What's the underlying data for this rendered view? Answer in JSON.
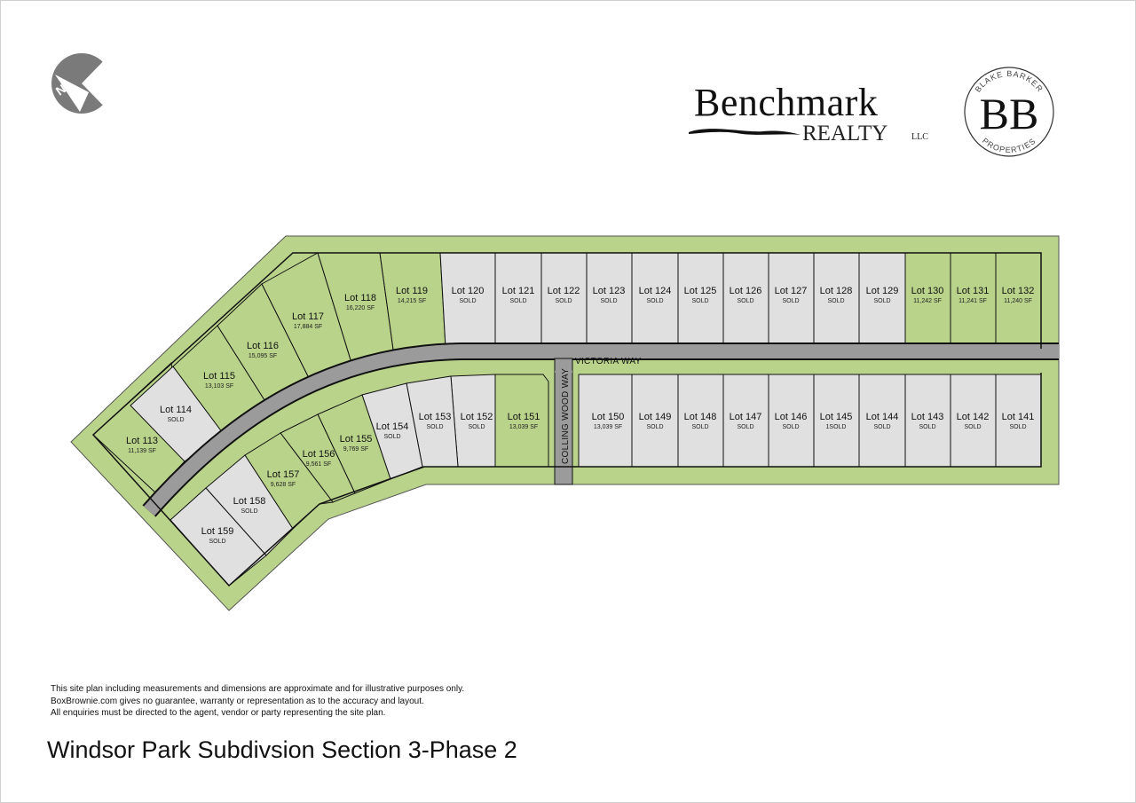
{
  "colors": {
    "available": "#b9d38b",
    "sold": "#e0e0e0",
    "road": "#9b9b9b",
    "outline": "#111111"
  },
  "compass": {
    "icon": "north-arrow-icon",
    "letter": "N"
  },
  "brand": {
    "name": "Benchmark",
    "sub": "REALTY",
    "llc": "LLC"
  },
  "bb_logo": {
    "letters": "BB",
    "top_text": "BLAKE BARKER",
    "bottom_text": "PROPERTIES"
  },
  "streets": {
    "victoria": "VICTORIA WAY",
    "colling": "COLLING WOOD WAY"
  },
  "lots": [
    {
      "id": "lot-113",
      "name": "Lot 113",
      "detail": "11,139 SF",
      "status": "available"
    },
    {
      "id": "lot-114",
      "name": "Lot 114",
      "detail": "SOLD",
      "status": "sold"
    },
    {
      "id": "lot-115",
      "name": "Lot 115",
      "detail": "13,103 SF",
      "status": "available"
    },
    {
      "id": "lot-116",
      "name": "Lot 116",
      "detail": "15,095 SF",
      "status": "available"
    },
    {
      "id": "lot-117",
      "name": "Lot 117",
      "detail": "17,884 SF",
      "status": "available"
    },
    {
      "id": "lot-118",
      "name": "Lot 118",
      "detail": "16,220 SF",
      "status": "available"
    },
    {
      "id": "lot-119",
      "name": "Lot 119",
      "detail": "14,215 SF",
      "status": "available"
    },
    {
      "id": "lot-120",
      "name": "Lot 120",
      "detail": "SOLD",
      "status": "sold"
    },
    {
      "id": "lot-121",
      "name": "Lot 121",
      "detail": "SOLD",
      "status": "sold"
    },
    {
      "id": "lot-122",
      "name": "Lot 122",
      "detail": "SOLD",
      "status": "sold"
    },
    {
      "id": "lot-123",
      "name": "Lot 123",
      "detail": "SOLD",
      "status": "sold"
    },
    {
      "id": "lot-124",
      "name": "Lot 124",
      "detail": "SOLD",
      "status": "sold"
    },
    {
      "id": "lot-125",
      "name": "Lot 125",
      "detail": "SOLD",
      "status": "sold"
    },
    {
      "id": "lot-126",
      "name": "Lot 126",
      "detail": "SOLD",
      "status": "sold"
    },
    {
      "id": "lot-127",
      "name": "Lot 127",
      "detail": "SOLD",
      "status": "sold"
    },
    {
      "id": "lot-128",
      "name": "Lot 128",
      "detail": "SOLD",
      "status": "sold"
    },
    {
      "id": "lot-129",
      "name": "Lot 129",
      "detail": "SOLD",
      "status": "sold"
    },
    {
      "id": "lot-130",
      "name": "Lot 130",
      "detail": "11,242 SF",
      "status": "available"
    },
    {
      "id": "lot-131",
      "name": "Lot 131",
      "detail": "11,241 SF",
      "status": "available"
    },
    {
      "id": "lot-132",
      "name": "Lot 132",
      "detail": "11,240 SF",
      "status": "available"
    },
    {
      "id": "lot-141",
      "name": "Lot 141",
      "detail": "SOLD",
      "status": "sold"
    },
    {
      "id": "lot-142",
      "name": "Lot 142",
      "detail": "SOLD",
      "status": "sold"
    },
    {
      "id": "lot-143",
      "name": "Lot 143",
      "detail": "SOLD",
      "status": "sold"
    },
    {
      "id": "lot-144",
      "name": "Lot 144",
      "detail": "SOLD",
      "status": "sold"
    },
    {
      "id": "lot-145",
      "name": "Lot 145",
      "detail": "1SOLD",
      "status": "sold"
    },
    {
      "id": "lot-146",
      "name": "Lot 146",
      "detail": "SOLD",
      "status": "sold"
    },
    {
      "id": "lot-147",
      "name": "Lot 147",
      "detail": "SOLD",
      "status": "sold"
    },
    {
      "id": "lot-148",
      "name": "Lot 148",
      "detail": "SOLD",
      "status": "sold"
    },
    {
      "id": "lot-149",
      "name": "Lot 149",
      "detail": "SOLD",
      "status": "sold"
    },
    {
      "id": "lot-150",
      "name": "Lot 150",
      "detail": "13,039 SF",
      "status": "sold"
    },
    {
      "id": "lot-151",
      "name": "Lot 151",
      "detail": "13,039 SF",
      "status": "available"
    },
    {
      "id": "lot-152",
      "name": "Lot 152",
      "detail": "SOLD",
      "status": "sold"
    },
    {
      "id": "lot-153",
      "name": "Lot 153",
      "detail": "SOLD",
      "status": "sold"
    },
    {
      "id": "lot-154",
      "name": "Lot 154",
      "detail": "SOLD",
      "status": "sold"
    },
    {
      "id": "lot-155",
      "name": "Lot 155",
      "detail": "9,769 SF",
      "status": "available"
    },
    {
      "id": "lot-156",
      "name": "Lot 156",
      "detail": "9,561 SF",
      "status": "available"
    },
    {
      "id": "lot-157",
      "name": "Lot 157",
      "detail": "9,628 SF",
      "status": "available"
    },
    {
      "id": "lot-158",
      "name": "Lot 158",
      "detail": "SOLD",
      "status": "sold"
    },
    {
      "id": "lot-159",
      "name": "Lot 159",
      "detail": "SOLD",
      "status": "sold"
    }
  ],
  "disclaimer": [
    "This site plan including measurements and dimensions are approximate and for illustrative purposes only.",
    "BoxBrownie.com gives no guarantee, warranty or representation as to the accuracy and layout.",
    "All enquiries must be directed to the agent, vendor or party representing the site plan."
  ],
  "title": "Windsor Park Subdivsion Section 3-Phase 2"
}
